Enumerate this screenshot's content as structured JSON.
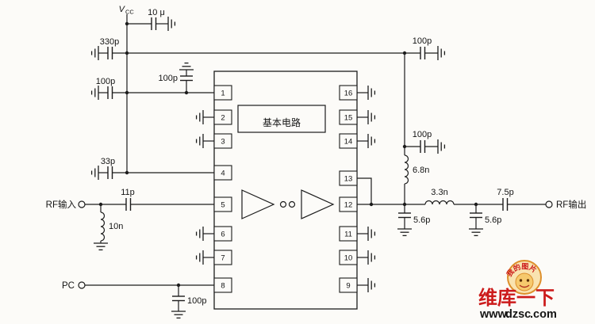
{
  "components": {
    "vcc_v": "V",
    "vcc_sub": "CC",
    "c10u": "10 μ",
    "c330p": "330p",
    "c100p_left": "100p",
    "c100p_top": "100p",
    "c33p": "33p",
    "c11p": "11p",
    "l10n": "10n",
    "c100p_pc": "100p",
    "c100p_tr": "100p",
    "c100p_mr": "100p",
    "l68n": "6.8n",
    "l33n": "3.3n",
    "c56p_a": "5.6p",
    "c56p_b": "5.6p",
    "c75p": "7.5p"
  },
  "terminals": {
    "rf_in": "RF输入",
    "rf_out": "RF输出",
    "pc": "PC"
  },
  "ic": {
    "core_label": "基本电路",
    "pins_left": [
      "1",
      "2",
      "3",
      "4",
      "5",
      "6",
      "7",
      "8"
    ],
    "pins_right": [
      "16",
      "15",
      "14",
      "13",
      "12",
      "11",
      "10",
      "9"
    ]
  },
  "watermark": {
    "stamp_text": "我的图片",
    "brand": "维库一下",
    "url_www": "www.",
    "url_dzsc": "dzsc",
    "url_com": ".com",
    "accent_color": "#cc1b1b"
  }
}
